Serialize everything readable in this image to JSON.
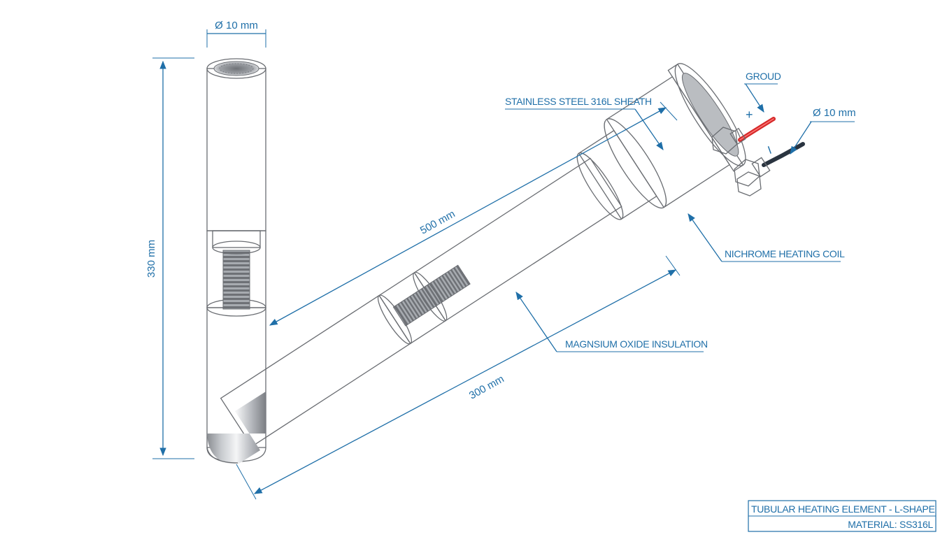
{
  "labels": {
    "diameter_top": "Ø 10 mm",
    "height": "330 mm",
    "length_long": "500 mm",
    "length_short": "300 mm",
    "sheath": "STAINLESS STEEL 316L SHEATH",
    "ground": "GROUD",
    "diameter_wire": "Ø 10 mm",
    "coil": "NICHROME HEATING COIL",
    "insulation": "MAGNSIUM OXIDE INSULATION",
    "plus_sign": "+",
    "minus_sign": "I"
  },
  "title_block": {
    "title": "TUBULAR HEATING ELEMENT - L-SHAPE",
    "material": "MATERIAL: SS316L"
  },
  "colors": {
    "annotation": "#1f6fa8",
    "steel_dark": "#8a8d92",
    "steel_light": "#f4f5f6",
    "wire_positive": "#d62a2a",
    "wire_negative": "#2a3440"
  }
}
